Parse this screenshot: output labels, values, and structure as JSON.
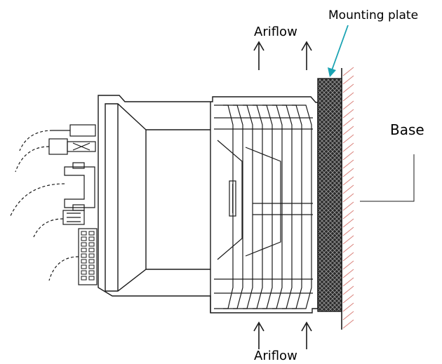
{
  "labels": {
    "airflow_top": "Ariflow",
    "airflow_bottom": "Ariflow",
    "mounting_plate": "Mounting plate",
    "base": "Base"
  },
  "colors": {
    "line": "#1a1a1a",
    "leader_arrow": "#1aa3b3",
    "hatch": "#d9807a",
    "plate_fill": "#2b2b2b"
  },
  "icons": {
    "airflow_arrow": "up-arrow-icon"
  }
}
